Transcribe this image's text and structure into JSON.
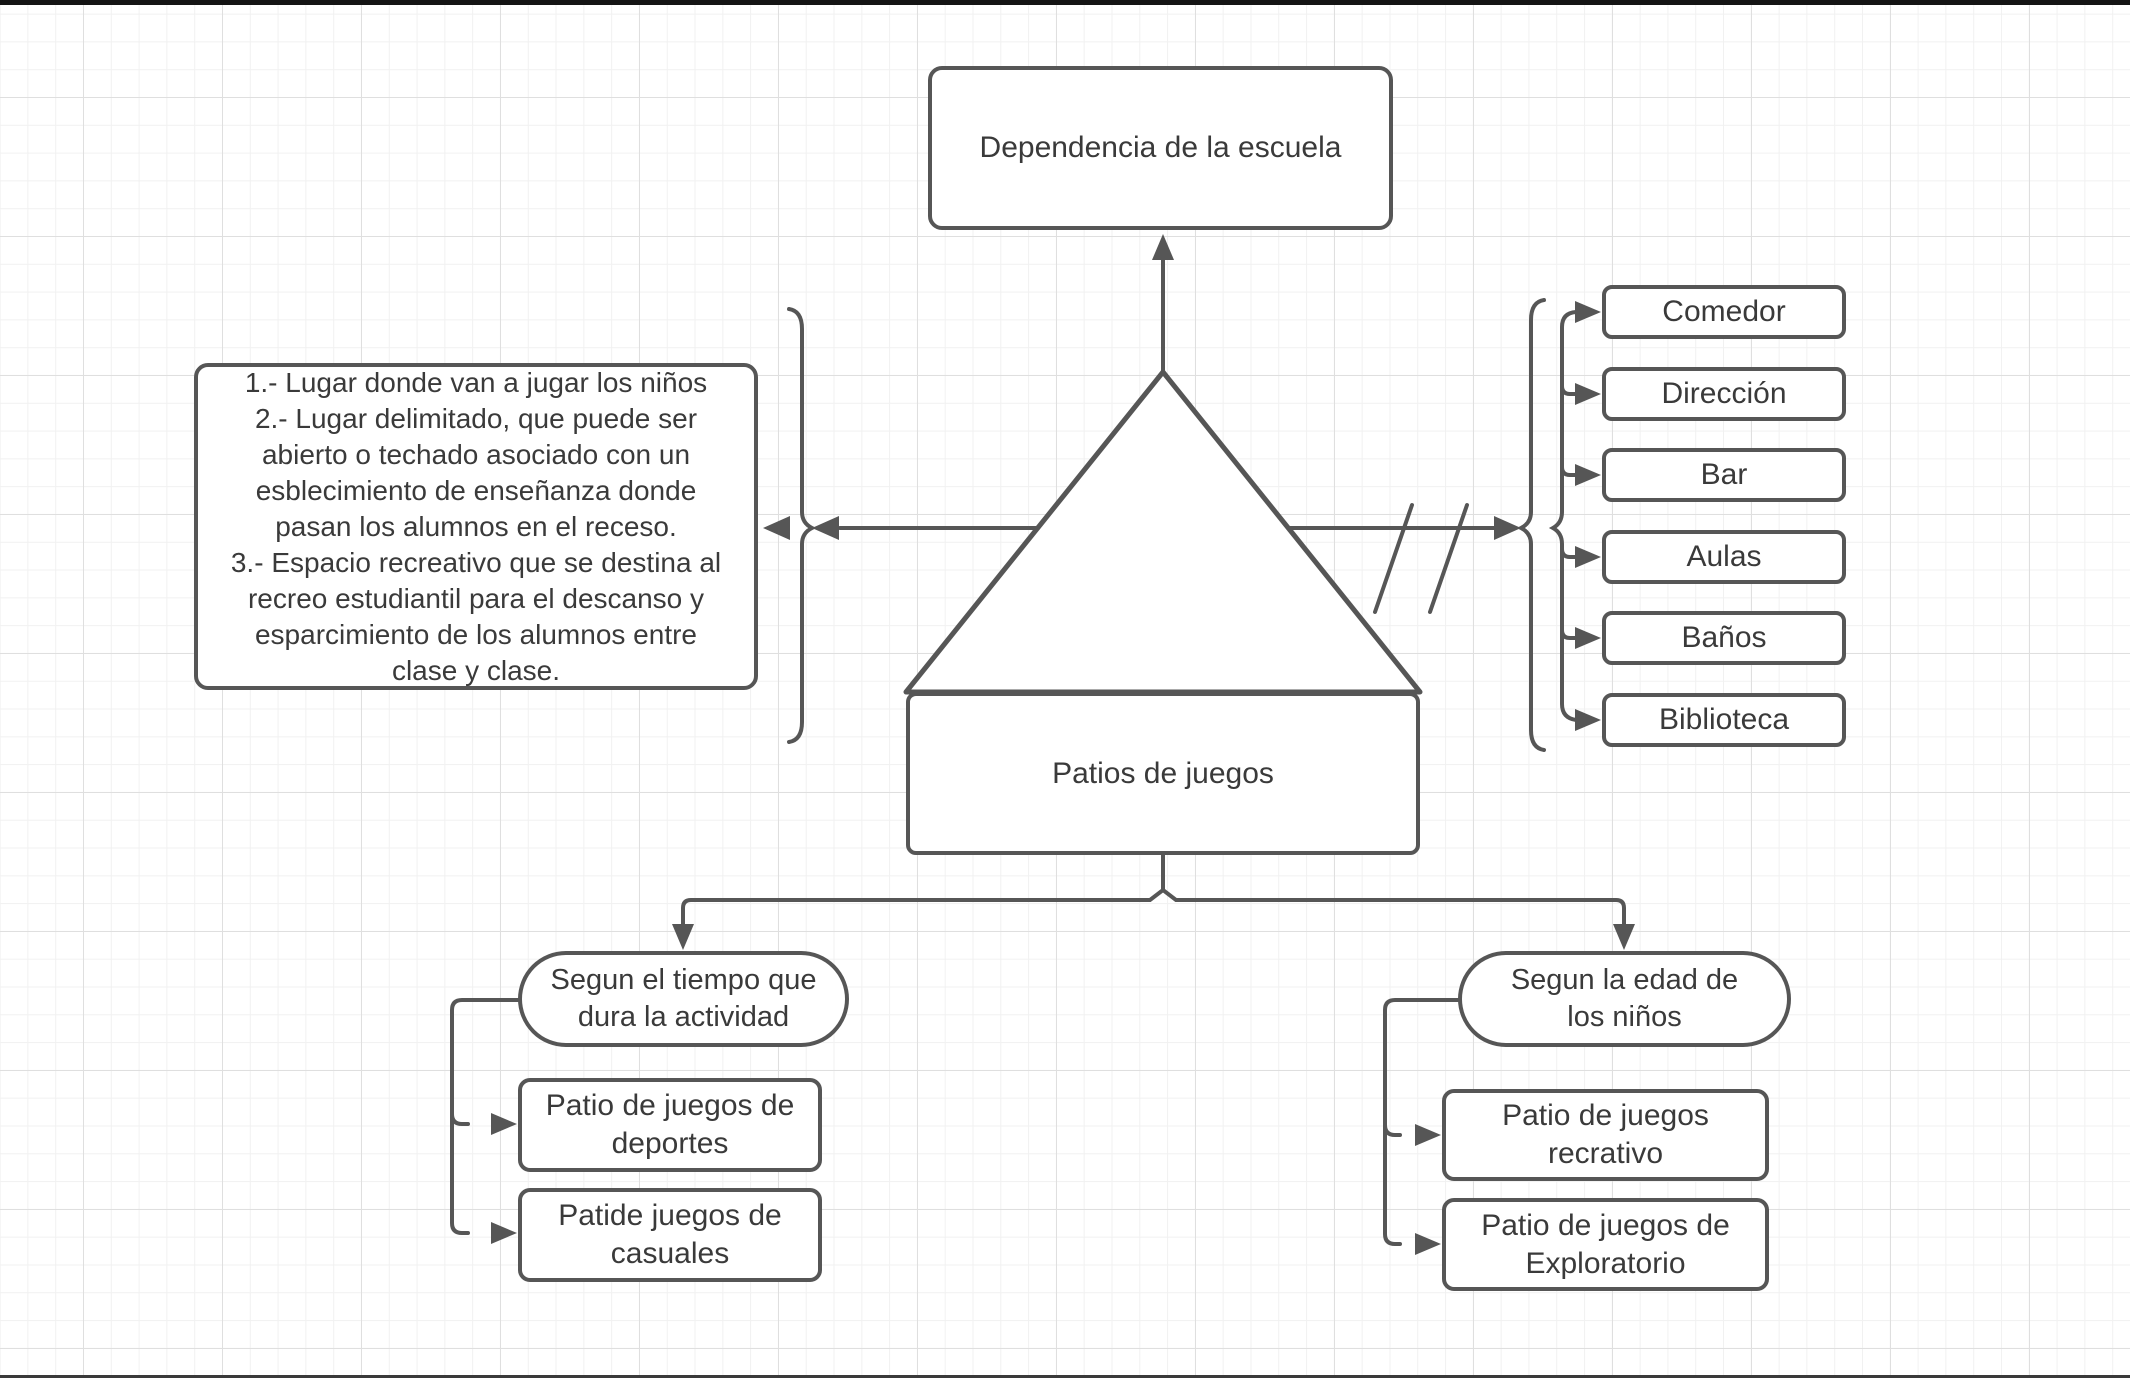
{
  "colors": {
    "stroke": "#565656",
    "text": "#3a3a3a",
    "background": "#ffffff",
    "grid_minor": "#f1f1f1",
    "grid_major": "#dfdfdf",
    "letterbox": "#141414"
  },
  "top_box": {
    "label": "Dependencia de la escuela"
  },
  "definition_box": {
    "lines": [
      "1.- Lugar donde van a jugar los niños",
      "2.- Lugar delimitado, que puede ser",
      "abierto o techado asociado con un",
      "esblecimiento de enseñanza donde",
      "pasan los alumnos en el receso.",
      "3.- Espacio recreativo que se destina al",
      "recreo estudiantil para el descanso y",
      "esparcimiento de los alumnos entre",
      "clase y clase."
    ]
  },
  "center_shape": {
    "label": "Patios de juegos"
  },
  "school_areas": {
    "items": [
      "Comedor",
      "Dirección",
      "Bar",
      "Aulas",
      "Baños",
      "Biblioteca"
    ]
  },
  "time_branch": {
    "header_lines": [
      "Segun el tiempo que",
      "dura la actividad"
    ],
    "children": [
      {
        "lines": [
          "Patio de juegos de",
          "deportes"
        ]
      },
      {
        "lines": [
          "Patide juegos de",
          "casuales"
        ]
      }
    ]
  },
  "age_branch": {
    "header_lines": [
      "Segun la edad de",
      "los niños"
    ],
    "children": [
      {
        "lines": [
          "Patio de juegos",
          "recrativo"
        ]
      },
      {
        "lines": [
          "Patio de juegos de",
          "Exploratorio"
        ]
      }
    ]
  }
}
